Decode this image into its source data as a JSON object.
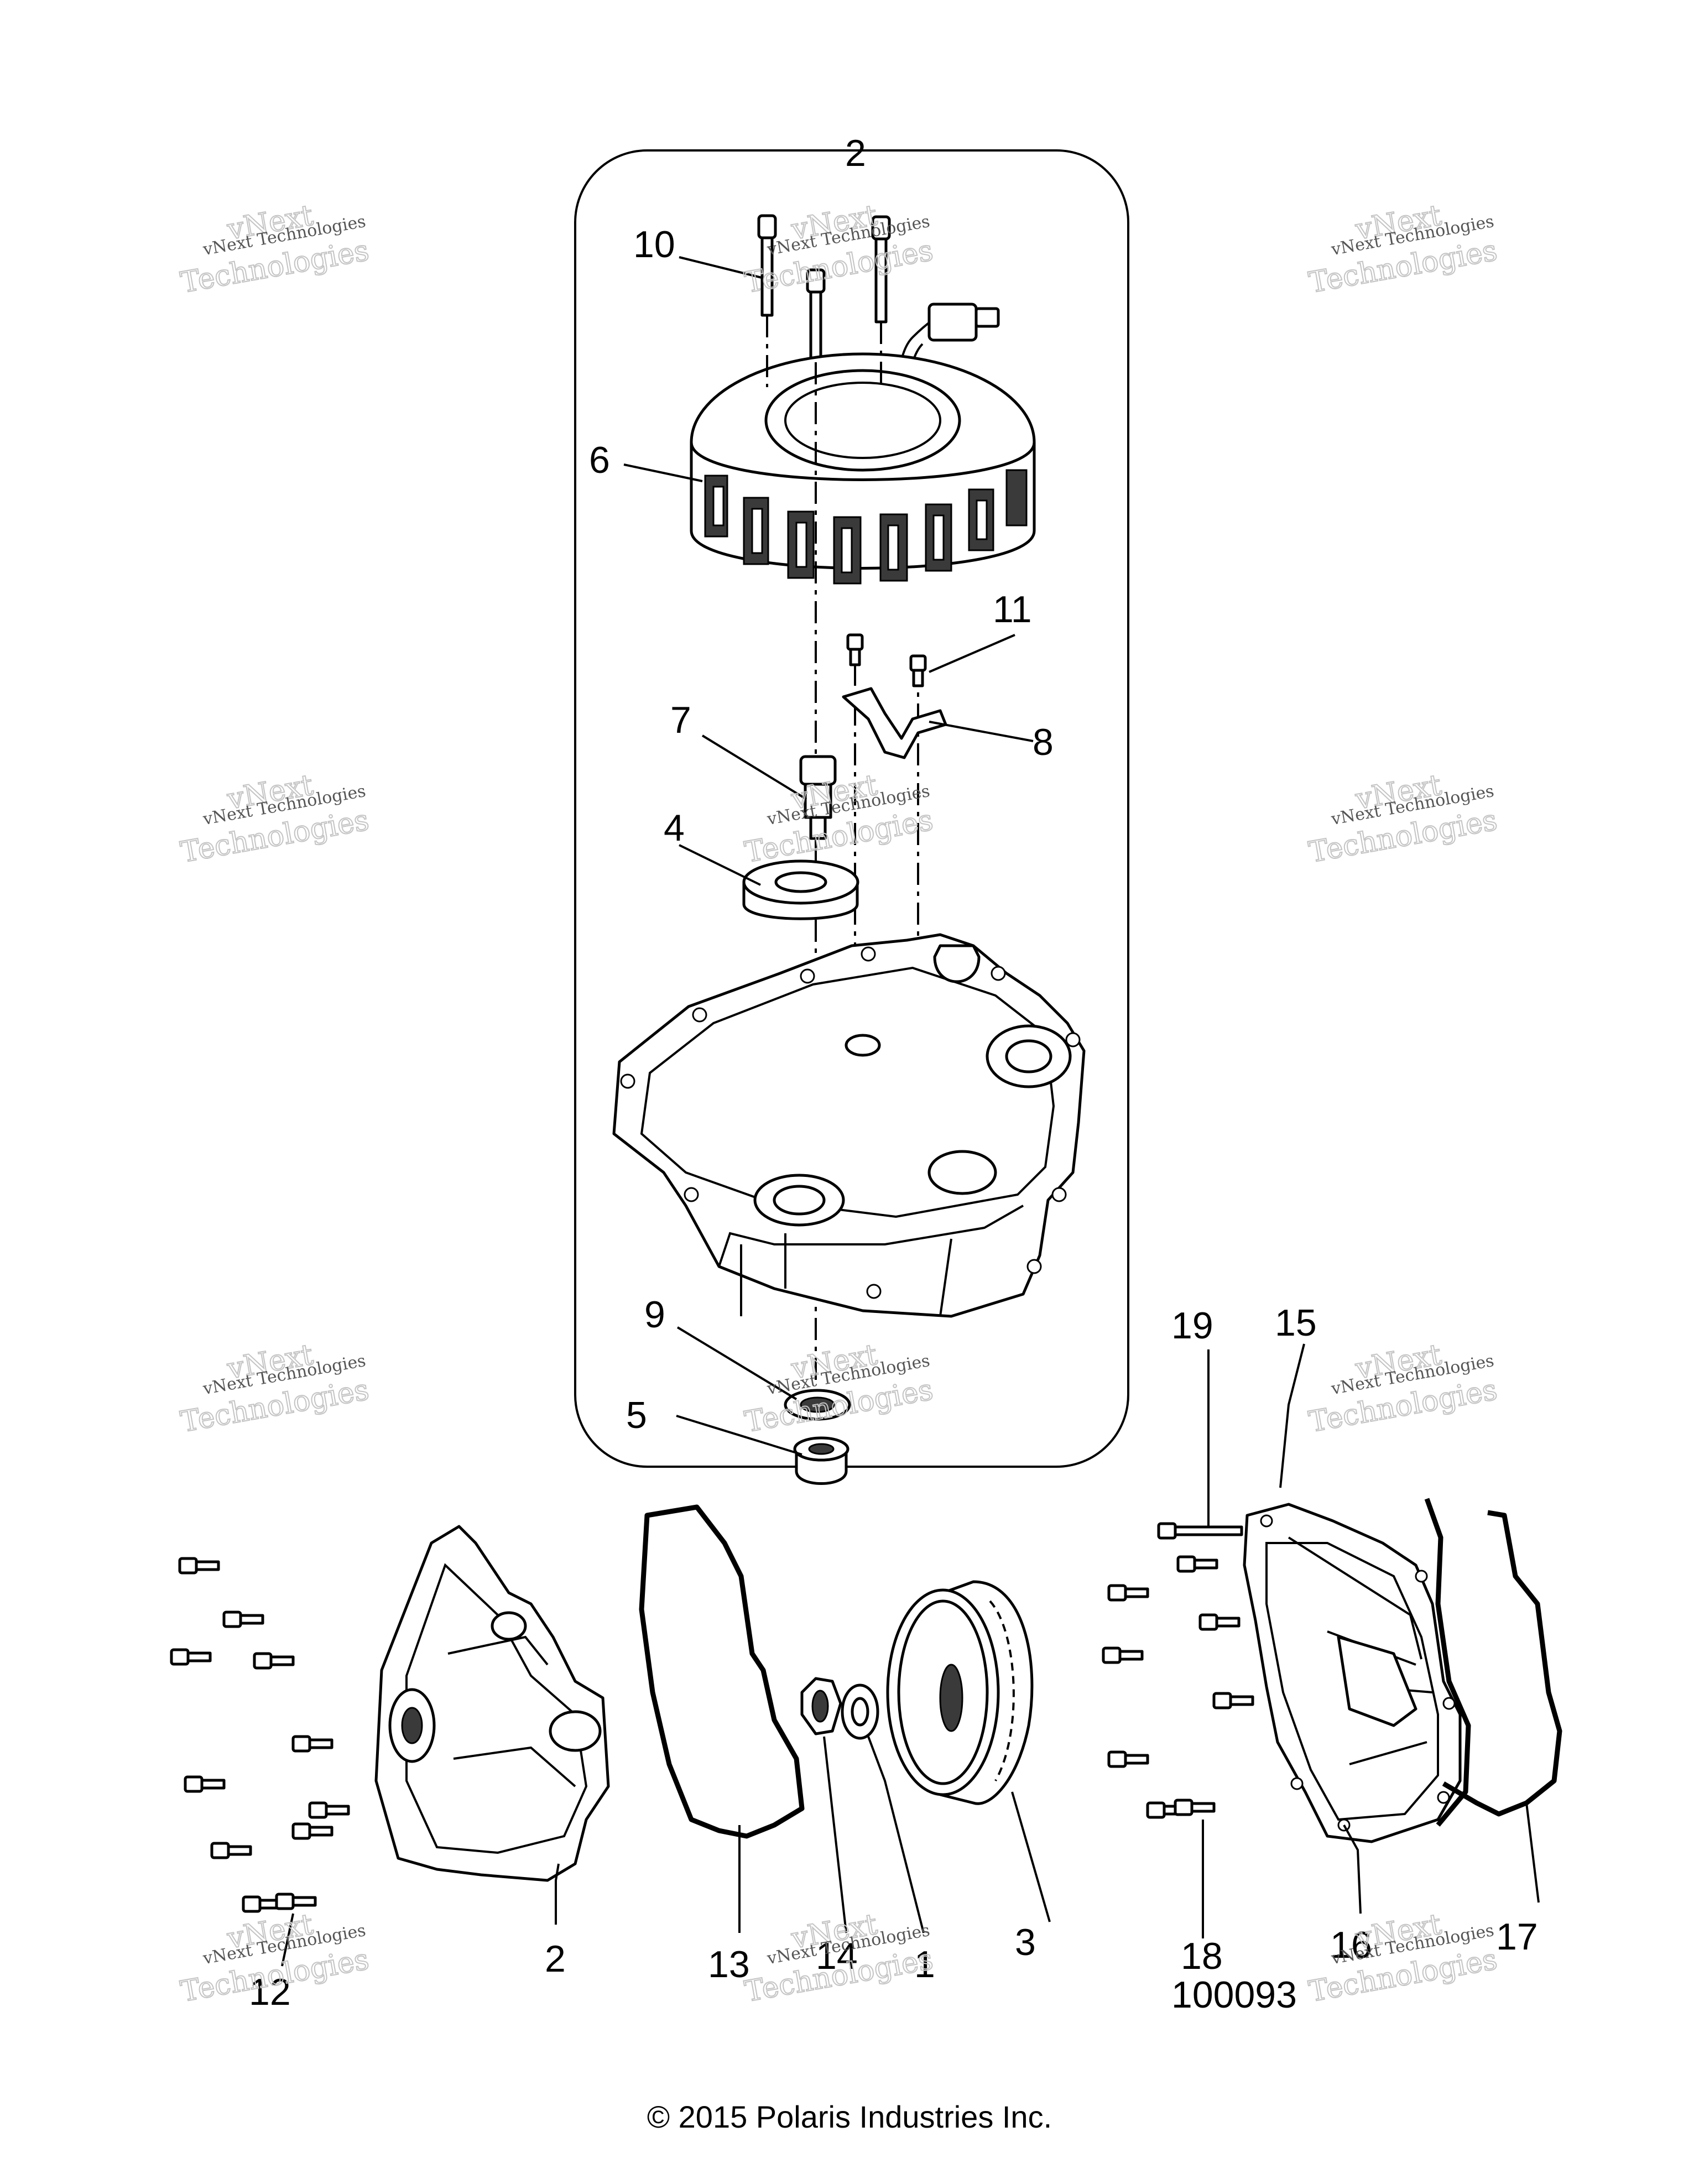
{
  "callouts": {
    "c1": "1",
    "c2_top": "2",
    "c2_bottom": "2",
    "c3": "3",
    "c4": "4",
    "c5": "5",
    "c6": "6",
    "c7": "7",
    "c8": "8",
    "c9": "9",
    "c10": "10",
    "c11": "11",
    "c12": "12",
    "c13": "13",
    "c14": "14",
    "c15": "15",
    "c16": "16",
    "c17": "17",
    "c18": "18",
    "c19": "19"
  },
  "figure_number": "100093",
  "copyright": "© 2015 Polaris Industries Inc.",
  "watermark": {
    "line_small": "vNext Technologies",
    "line_big_1": "vNext",
    "line_big_2": "Technologies"
  }
}
